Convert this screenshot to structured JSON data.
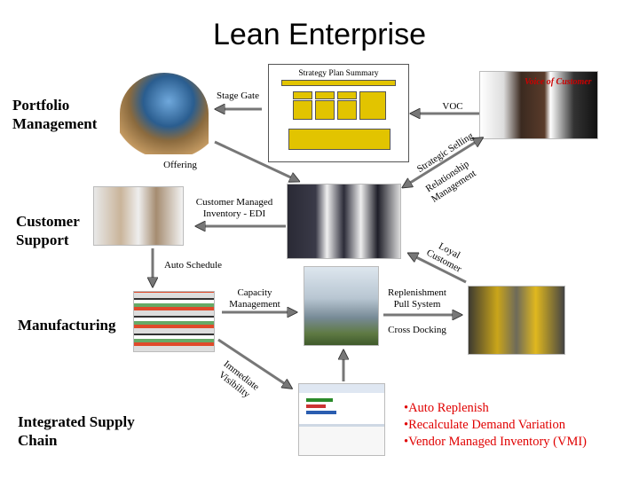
{
  "title": "Lean Enterprise",
  "sections": {
    "portfolio": "Portfolio Management",
    "customer_support": "Customer Support",
    "manufacturing": "Manufacturing",
    "supply_chain": "Integrated Supply Chain"
  },
  "strategy_box": {
    "title": "Strategy Plan Summary"
  },
  "labels": {
    "stage_gate": "Stage Gate",
    "voc": "VOC",
    "offering": "Offering",
    "strategic_selling": "Strategic Selling",
    "relationship_management": "Relationship Management",
    "customer_managed_inventory": "Customer Managed Inventory - EDI",
    "auto_schedule": "Auto Schedule",
    "capacity_management": "Capacity Management",
    "replenishment_pull": "Replenishment Pull System",
    "cross_docking": "Cross Docking",
    "loyal_customer": "Loyal Customer",
    "immediate_visibility": "Immediate Visibility"
  },
  "voc_image_text": "Voice of Customer",
  "bullets": [
    "•Auto Replenish",
    "•Recalculate Demand Variation",
    "•Vendor Managed Inventory (VMI)"
  ],
  "colors": {
    "accent_yellow": "#e2c400",
    "bullet_red": "#e00000",
    "arrow_gray": "#777777"
  }
}
